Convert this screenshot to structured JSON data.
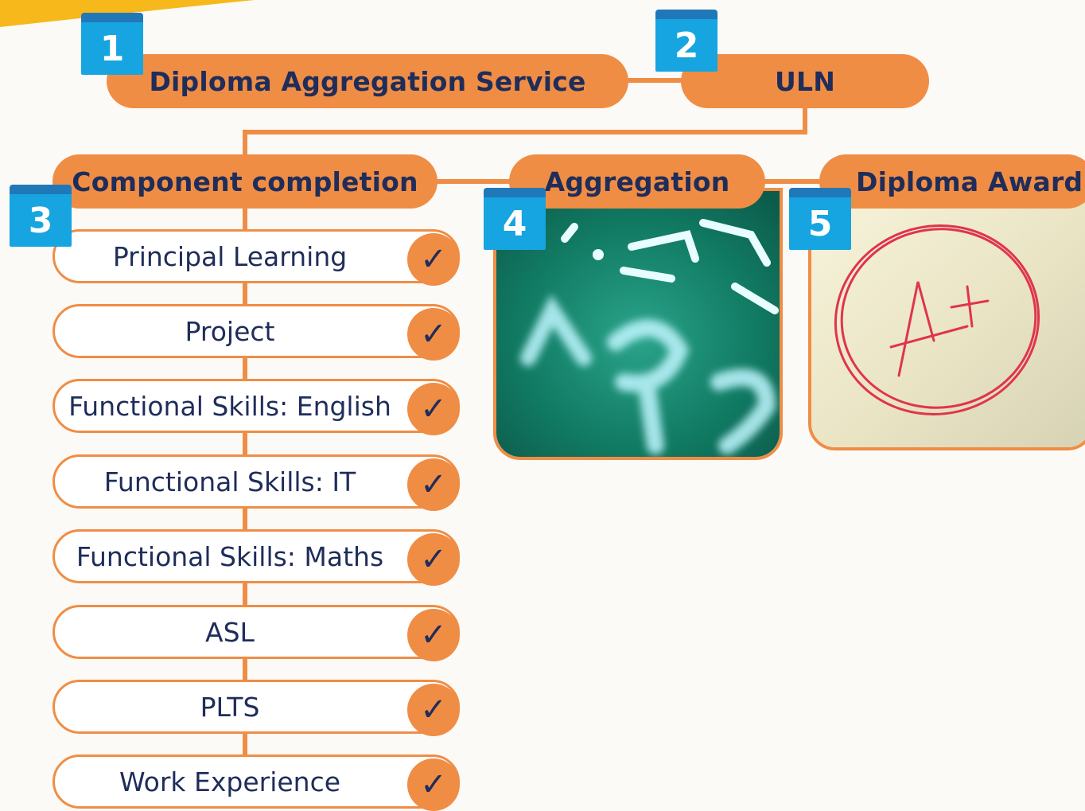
{
  "steps": {
    "one": {
      "number": "1",
      "label": "Diploma Aggregation Service"
    },
    "two": {
      "number": "2",
      "label": "ULN"
    },
    "three": {
      "number": "3",
      "label": "Component completion"
    },
    "four": {
      "number": "4",
      "label": "Aggregation"
    },
    "five": {
      "number": "5",
      "label": "Diploma Award"
    }
  },
  "components": [
    {
      "label": "Principal Learning",
      "check": "✓"
    },
    {
      "label": "Project",
      "check": "✓"
    },
    {
      "label": "Functional Skills: English",
      "check": "✓"
    },
    {
      "label": "Functional Skills: IT",
      "check": "✓"
    },
    {
      "label": "Functional Skills: Maths",
      "check": "✓"
    },
    {
      "label": "ASL",
      "check": "✓"
    },
    {
      "label": "PLTS",
      "check": "✓"
    },
    {
      "label": "Work Experience",
      "check": "✓"
    }
  ],
  "images": {
    "aggregation": "calculator-digits-photo",
    "award": "a-plus-grade-photo"
  },
  "colors": {
    "orange": "#f08d45",
    "navy_text": "#1f2d5a",
    "badge_blue": "#16a5e0",
    "badge_top": "#2178b8",
    "accent_yellow": "#f6b81a"
  }
}
